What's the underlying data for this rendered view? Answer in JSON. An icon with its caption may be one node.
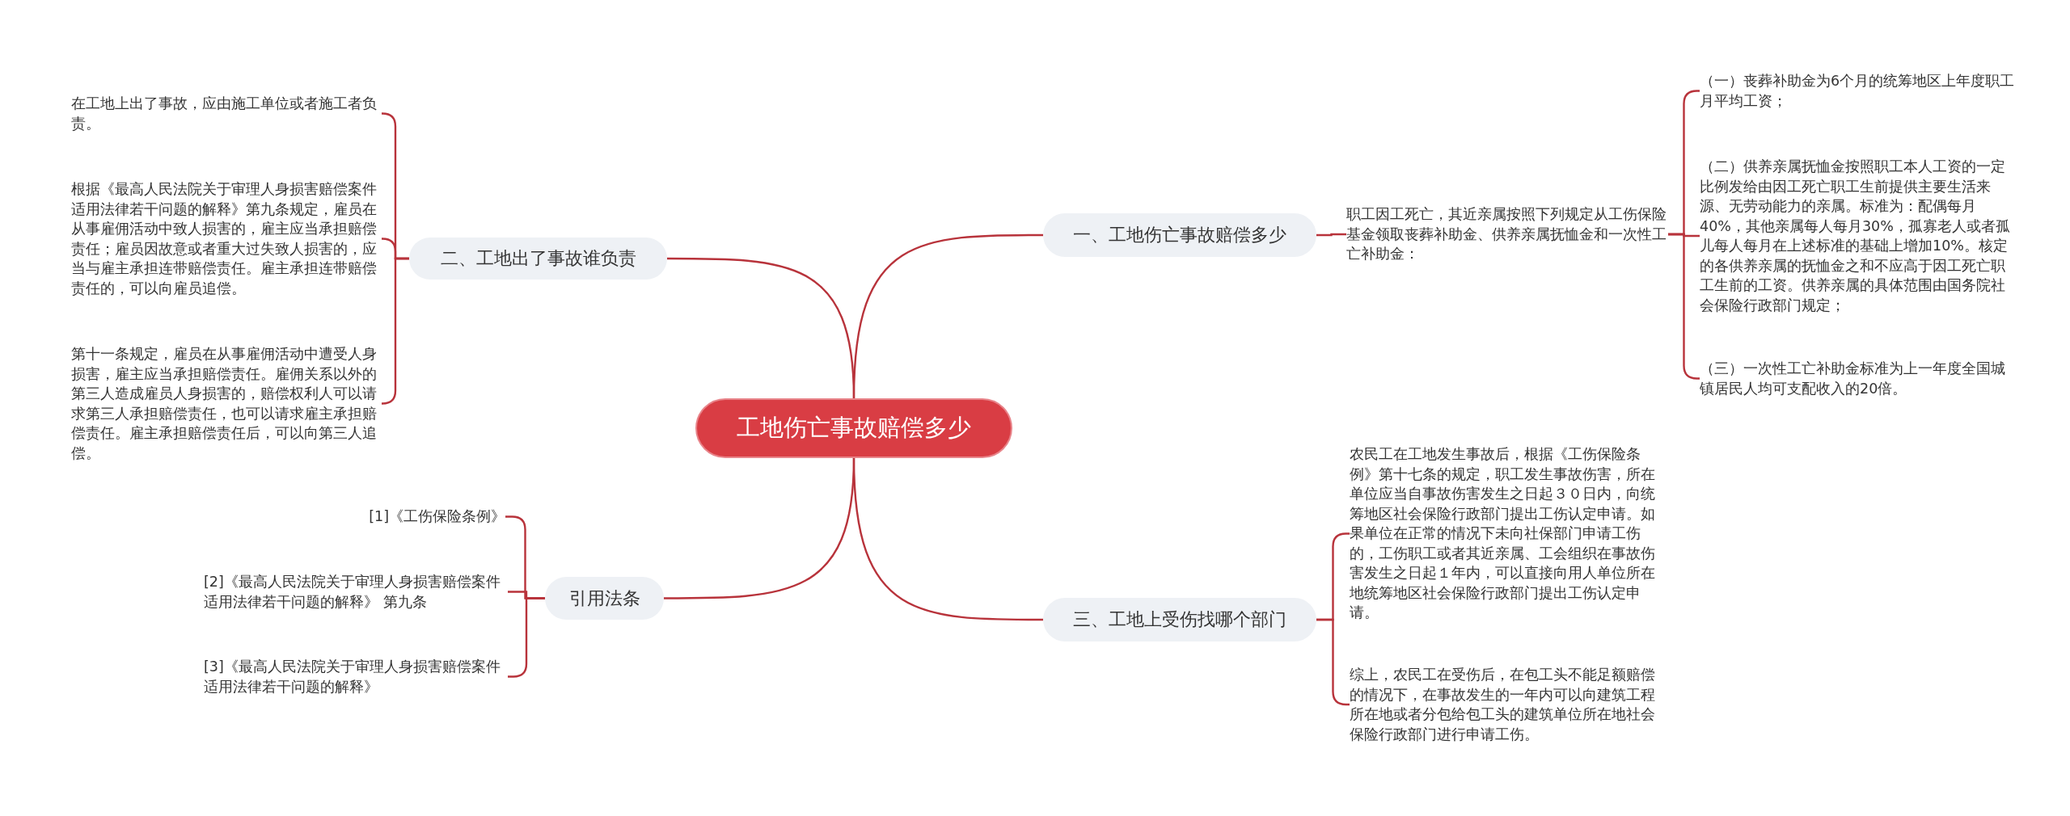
{
  "diagram": {
    "nodes": [
      {
        "text": [
          "工地伤亡事故赔偿多少"
        ]
      },
      {
        "text": [
          "一、工地伤亡事故赔偿多少"
        ]
      },
      {
        "text": [
          "职工因工死亡，其近亲属按照下列规定从工伤保险基金领取丧葬补助金、供养亲属抚恤金和一次性工亡补助金："
        ]
      },
      {
        "text": [
          "（一）丧葬补助金为6个月的统筹地区上年度职工月平均工资；"
        ]
      },
      {
        "text": [
          "（二）供养亲属抚恤金按照职工本人工资的一定比例发给由因工死亡职工生前提供主要生活来源、无劳动能力的亲属。标准为：配偶每月40%，其他亲属每人每月30%，孤寡老人或者孤儿每人每月在上述标准的基础上增加10%。核定的各供养亲属的抚恤金之和不应高于因工死亡职工生前的工资。供养亲属的具体范围由国务院社会保险行政部门规定；"
        ]
      },
      {
        "text": [
          "（三）一次性工亡补助金标准为上一年度全国城镇居民人均可支配收入的20倍。"
        ]
      },
      {
        "text": [
          "三、工地上受伤找哪个部门"
        ]
      },
      {
        "text": [
          "农民工在工地发生事故后，根据《工伤保险条例》第十七条的规定，职工发生事故伤害，所在单位应当自事故伤害发生之日起３０日内，向统筹地区社会保险行政部门提出工伤认定申请。如果单位在正常的情况下未向社保部门申请工伤的，工伤职工或者其近亲属、工会组织在事故伤害发生之日起１年内，可以直接向用人单位所在地统筹地区社会保险行政部门提出工伤认定申请。"
        ]
      },
      {
        "text": [
          "综上，农民工在受伤后，在包工头不能足额赔偿的情况下，在事故发生的一年内可以向建筑工程所在地或者分包给包工头的建筑单位所在地社会保险行政部门进行申请工伤。"
        ]
      },
      {
        "text": [
          "二、工地出了事故谁负责"
        ]
      },
      {
        "text": [
          "在工地上出了事故，应由施工单位或者施工者负责。"
        ]
      },
      {
        "text": [
          "根据《最高人民法院关于审理人身损害赔偿案件适用法律若干问题的解释》第九条规定，雇员在从事雇佣活动中致人损害的，雇主应当承担赔偿责任；雇员因故意或者重大过失致人损害的，应当与雇主承担连带赔偿责任。雇主承担连带赔偿责任的，可以向雇员追偿。"
        ]
      },
      {
        "text": [
          "第十一条规定，雇员在从事雇佣活动中遭受人身损害，雇主应当承担赔偿责任。雇佣关系以外的第三人造成雇员人身损害的，赔偿权利人可以请求第三人承担赔偿责任，也可以请求雇主承担赔偿责任。雇主承担赔偿责任后，可以向第三人追偿。"
        ]
      },
      {
        "text": [
          "引用法条"
        ]
      },
      {
        "text": [
          "[1]《工伤保险条例》"
        ]
      },
      {
        "text": [
          "[2]《最高人民法院关于审理人身损害赔偿案件适用法律若干问题的解释》 第九条"
        ]
      },
      {
        "text": [
          "[3]《最高人民法院关于审理人身损害赔偿案件适用法律若干问题的解释》"
        ]
      }
    ],
    "edges": [
      {
        "from": 0,
        "to": 1,
        "arrow": "none"
      },
      {
        "from": 1,
        "to": 2,
        "arrow": "none"
      },
      {
        "from": 2,
        "to": 3,
        "arrow": "none"
      },
      {
        "from": 2,
        "to": 4,
        "arrow": "none"
      },
      {
        "from": 2,
        "to": 5,
        "arrow": "none"
      },
      {
        "from": 0,
        "to": 6,
        "arrow": "none"
      },
      {
        "from": 6,
        "to": 7,
        "arrow": "none"
      },
      {
        "from": 6,
        "to": 8,
        "arrow": "none"
      },
      {
        "from": 0,
        "to": 9,
        "arrow": "none"
      },
      {
        "from": 9,
        "to": 10,
        "arrow": "none"
      },
      {
        "from": 9,
        "to": 11,
        "arrow": "none"
      },
      {
        "from": 9,
        "to": 12,
        "arrow": "none"
      },
      {
        "from": 0,
        "to": 13,
        "arrow": "none"
      },
      {
        "from": 13,
        "to": 14,
        "arrow": "none"
      },
      {
        "from": 13,
        "to": 15,
        "arrow": "none"
      },
      {
        "from": 13,
        "to": 16,
        "arrow": "none"
      }
    ]
  }
}
